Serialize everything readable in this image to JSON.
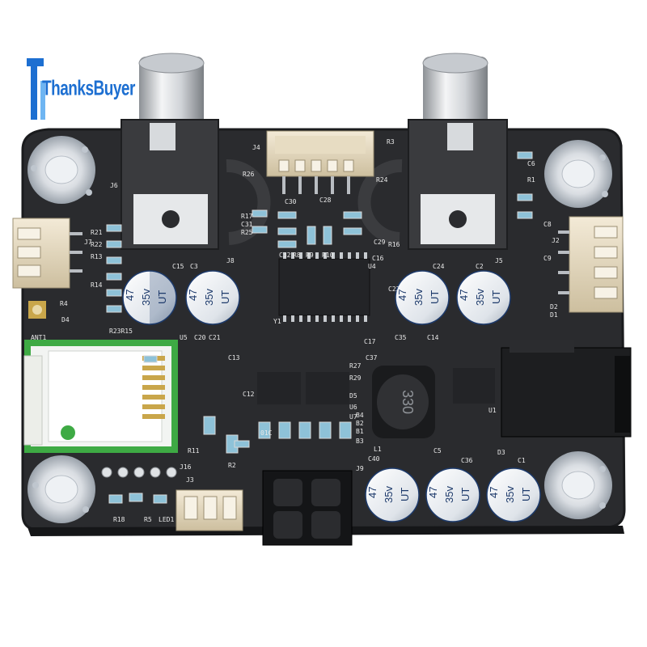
{
  "brand": {
    "name": "ThanksBuyer",
    "accent_color": "#1d6fd1"
  },
  "board": {
    "pcb_color": "#2a2b2e",
    "silkscreen_color": "#e8e8e8",
    "labels": {
      "j4": "J4",
      "j6": "J6",
      "j7": "J7",
      "j8": "J8",
      "j5": "J5",
      "j2": "J2",
      "j3": "J3",
      "j16": "J16",
      "j9": "J9",
      "r1": "R1",
      "r3": "R3",
      "r4": "R4",
      "r5": "R5",
      "r9": "R9",
      "r10": "R10",
      "r11": "R11",
      "r13": "R13",
      "r14": "R14",
      "r16": "R16",
      "r17": "R17",
      "r18": "R18",
      "r21": "R21",
      "r22": "R22",
      "r24": "R24",
      "r25": "R25",
      "r26": "R26",
      "r27": "R27",
      "r29": "R29",
      "r8": "R8",
      "r2": "R2",
      "c1": "C1",
      "c2": "C2",
      "c3": "C3",
      "c5": "C5",
      "c6": "C6",
      "c8": "C8",
      "c9": "C9",
      "c12": "C12",
      "c13": "C13",
      "c14": "C14",
      "c15": "C15",
      "c16": "C16",
      "c17": "C17",
      "c20": "C20",
      "c21": "C21",
      "c22": "C22",
      "c24": "C24",
      "c28": "C28",
      "c29": "C29",
      "c30": "C30",
      "c31": "C31",
      "c32": "C32",
      "c35": "C35",
      "c36": "C36",
      "c37": "C37",
      "c40": "C40",
      "d1": "D1",
      "d2": "D2",
      "d3": "D3",
      "d4": "D4",
      "d5": "D5",
      "u1": "U1",
      "u4": "U4",
      "u5": "U5",
      "u6": "U6",
      "u7": "U7",
      "l1": "L1",
      "y1": "Y1",
      "ant1": "ANT1",
      "led1": "LED1",
      "b1": "B1",
      "b2": "B2",
      "b3": "B3",
      "b4": "B4",
      "r23r15": "R23R15"
    },
    "cap_value": "47",
    "cap_rating": "35v",
    "cap_series": "UT",
    "inductor_marking": "330",
    "smd_marking": "01C"
  }
}
